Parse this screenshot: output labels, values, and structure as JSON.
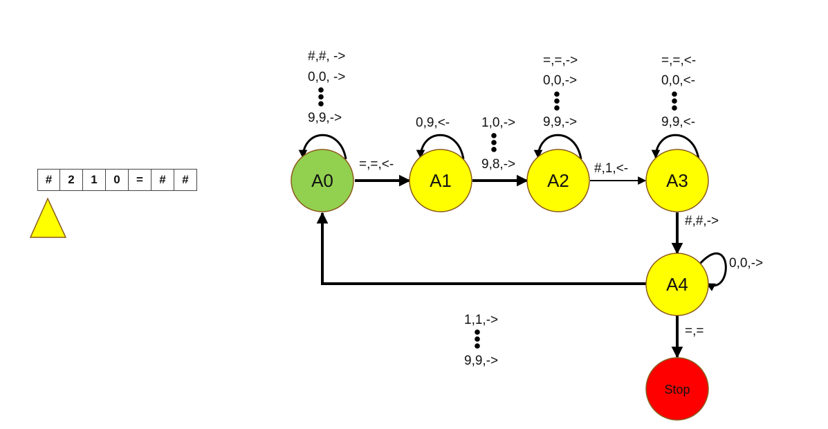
{
  "tape": {
    "cells": [
      "#",
      "2",
      "1",
      "0",
      "=",
      "#",
      "#"
    ],
    "head_color": "#ffff00"
  },
  "states": {
    "A0": "A0",
    "A1": "A1",
    "A2": "A2",
    "A3": "A3",
    "A4": "A4",
    "stop": "Stop"
  },
  "colors": {
    "start_state": "#92d050",
    "state": "#ffff00",
    "stop_state": "#ff0000",
    "state_border": "#8b5a1a"
  },
  "transitions": {
    "a0_loop_1": "#,#, ->",
    "a0_loop_2": "0,0, ->",
    "a0_loop_3": "9,9,->",
    "a0_a1": "=,=,<-",
    "a1_loop": "0,9,<-",
    "a1_a2_1": "1,0,->",
    "a1_a2_2": "9,8,->",
    "a2_loop_1": "=,=,->",
    "a2_loop_2": "0,0,->",
    "a2_loop_3": "9,9,->",
    "a2_a3": "#,1,<-",
    "a3_loop_1": "=,=,<-",
    "a3_loop_2": "0,0,<-",
    "a3_loop_3": "9,9,<-",
    "a3_a4": "#,#,->",
    "a4_loop": "0,0,->",
    "a4_a0_1": "1,1,->",
    "a4_a0_2": "9,9,->",
    "a4_stop": "=,="
  }
}
